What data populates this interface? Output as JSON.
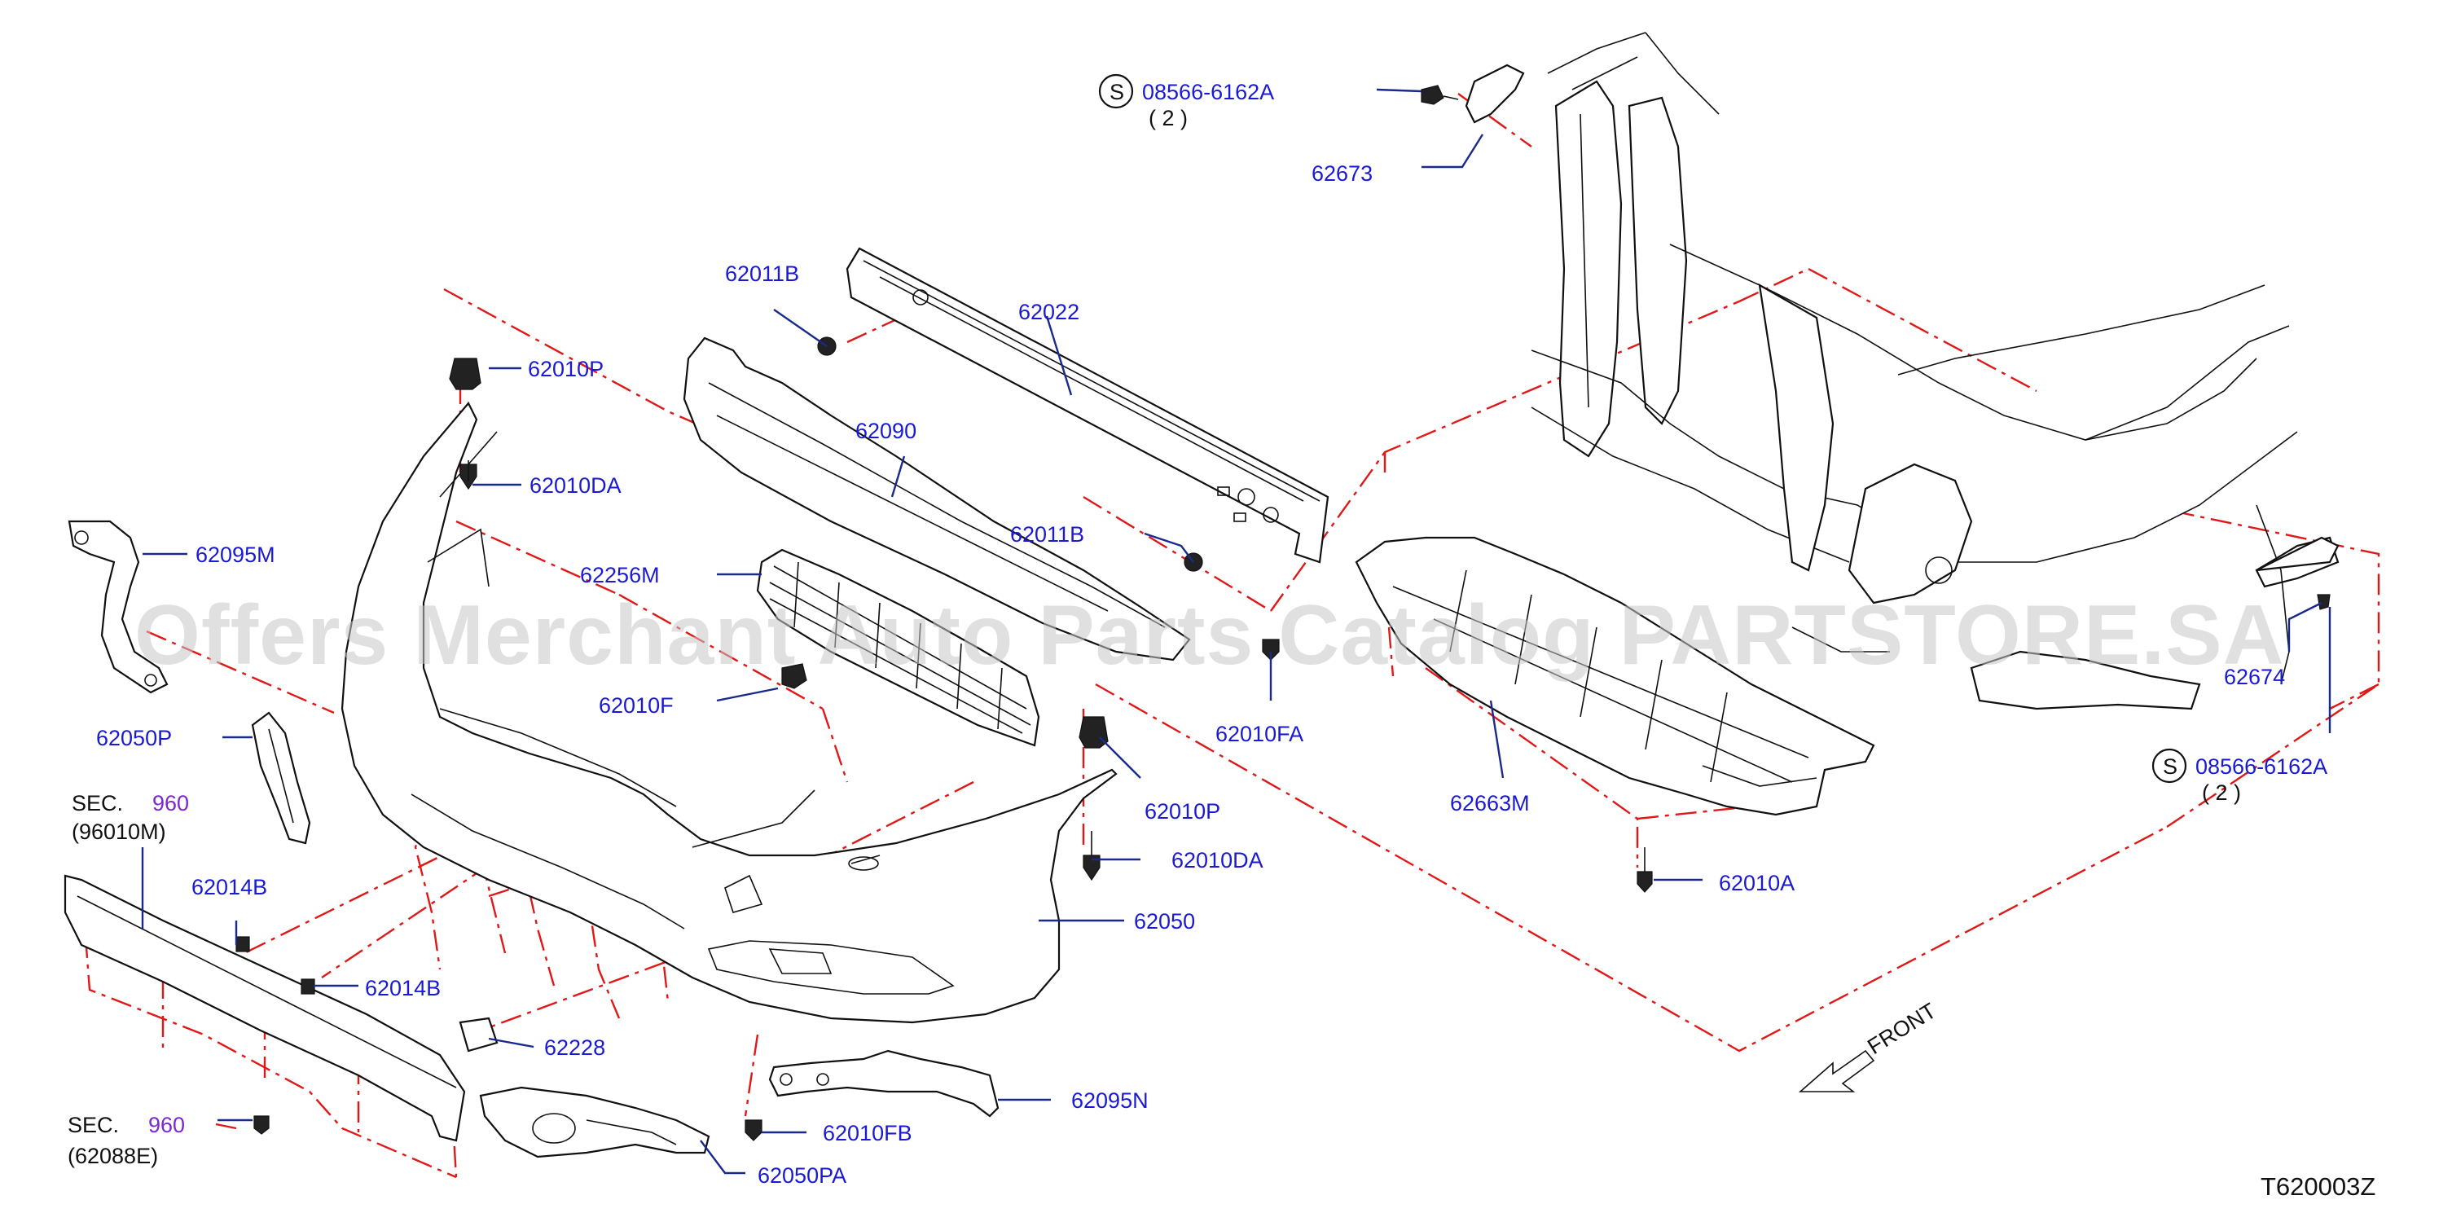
{
  "diagram": {
    "code": "T620003Z",
    "watermark": "Offers Merchant Auto Parts Catalog PARTSTORE.SA",
    "front_label": "FRONT",
    "colors": {
      "part_label": "#1a1ad6",
      "leader": "#1a2a8c",
      "dash_line": "#e01818",
      "sec_number": "#7a28d0",
      "outline": "#111111"
    },
    "screw_top": {
      "symbol": "S",
      "part": "08566-6162A",
      "qty": "( 2 )"
    },
    "screw_right": {
      "symbol": "S",
      "part": "08566-6162A",
      "qty": "( 2 )"
    },
    "sec_top": {
      "prefix": "SEC.",
      "number": "960",
      "ref": "(96010M)"
    },
    "sec_bottom": {
      "prefix": "SEC.",
      "number": "960",
      "ref": "(62088E)"
    },
    "parts": {
      "p62673": "62673",
      "p62011B_top": "62011B",
      "p62022": "62022",
      "p62010P_top": "62010P",
      "p62090": "62090",
      "p62010DA_top": "62010DA",
      "p62095M": "62095M",
      "p62011B_mid": "62011B",
      "p62256M": "62256M",
      "p62010F": "62010F",
      "p62010FA": "62010FA",
      "p62674": "62674",
      "p62050P": "62050P",
      "p62010P_bot": "62010P",
      "p62663M": "62663M",
      "p62010DA_bot": "62010DA",
      "p62014B_top": "62014B",
      "p62010A": "62010A",
      "p62050": "62050",
      "p62014B_bot": "62014B",
      "p62228": "62228",
      "p62095N": "62095N",
      "p62010FB": "62010FB",
      "p62050PA": "62050PA"
    }
  }
}
